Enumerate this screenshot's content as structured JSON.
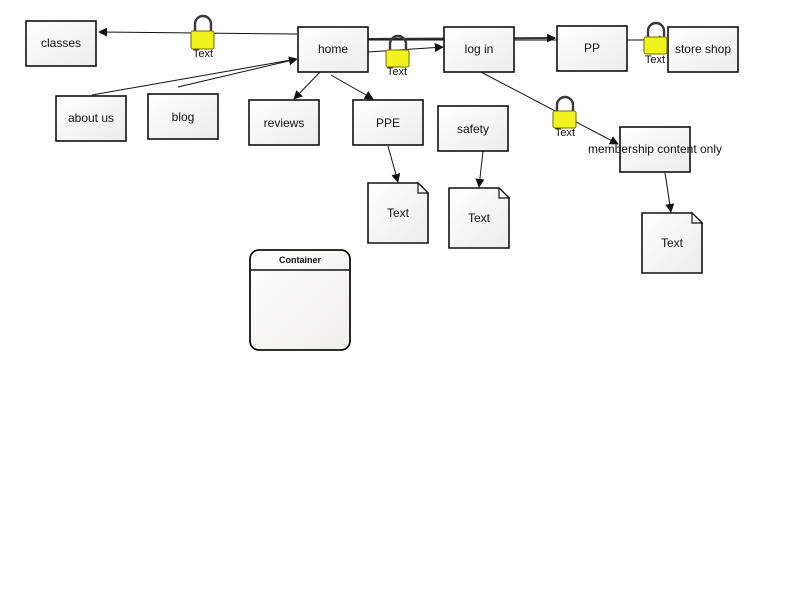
{
  "diagram": {
    "nodes": [
      {
        "id": "classes",
        "label": "classes"
      },
      {
        "id": "home",
        "label": "home"
      },
      {
        "id": "login",
        "label": "log in"
      },
      {
        "id": "pp",
        "label": "PP"
      },
      {
        "id": "store",
        "label": "store shop"
      },
      {
        "id": "about",
        "label": "about us"
      },
      {
        "id": "blog",
        "label": "blog"
      },
      {
        "id": "reviews",
        "label": "reviews"
      },
      {
        "id": "ppe",
        "label": "PPE"
      },
      {
        "id": "safety",
        "label": "safety"
      },
      {
        "id": "membership",
        "label": "membership content only"
      }
    ],
    "documents": [
      {
        "id": "doc-ppe",
        "label": "Text"
      },
      {
        "id": "doc-safety",
        "label": "Text"
      },
      {
        "id": "doc-membership",
        "label": "Text"
      }
    ],
    "locks": [
      {
        "id": "lock-classes",
        "label": "Text"
      },
      {
        "id": "lock-login",
        "label": "Text"
      },
      {
        "id": "lock-store",
        "label": "Text"
      },
      {
        "id": "lock-membership",
        "label": "Text"
      }
    ],
    "container": {
      "title": "Container"
    },
    "edges": [
      {
        "from": "home",
        "to": "classes",
        "arrow": true
      },
      {
        "from": "about",
        "to": "home",
        "arrow": false
      },
      {
        "from": "blog",
        "to": "home",
        "arrow": true
      },
      {
        "from": "home",
        "to": "reviews",
        "arrow": true
      },
      {
        "from": "home",
        "to": "ppe",
        "arrow": true
      },
      {
        "from": "home",
        "to": "login",
        "arrow": true
      },
      {
        "from": "home",
        "to": "pp",
        "arrow": true
      },
      {
        "from": "home",
        "to": "store",
        "arrow": true
      },
      {
        "from": "login",
        "to": "membership",
        "arrow": true
      },
      {
        "from": "ppe",
        "to": "doc-ppe",
        "arrow": true
      },
      {
        "from": "safety",
        "to": "doc-safety",
        "arrow": true
      },
      {
        "from": "membership",
        "to": "doc-membership",
        "arrow": true
      }
    ],
    "colors": {
      "lock_fill": "#f2f21c",
      "lock_shackle": "#3a3a3a",
      "line": "#111111",
      "box_fill_top": "#ffffff",
      "box_fill_bottom": "#ececec"
    }
  }
}
